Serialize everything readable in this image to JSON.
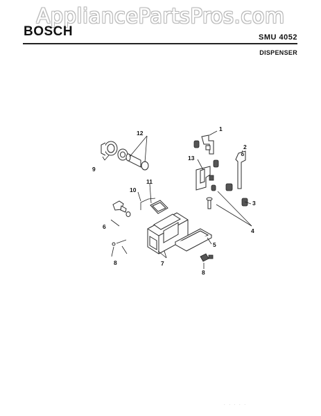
{
  "watermark": "AppliancePartsPros.com",
  "header": {
    "brand": "BOSCH",
    "model": "SMU 4052",
    "section": "DISPENSER"
  },
  "callouts": [
    "1",
    "2",
    "3",
    "4",
    "5",
    "6",
    "7",
    "8",
    "9",
    "10",
    "11",
    "12",
    "13",
    "8"
  ],
  "footer_dots": ". . . . ."
}
